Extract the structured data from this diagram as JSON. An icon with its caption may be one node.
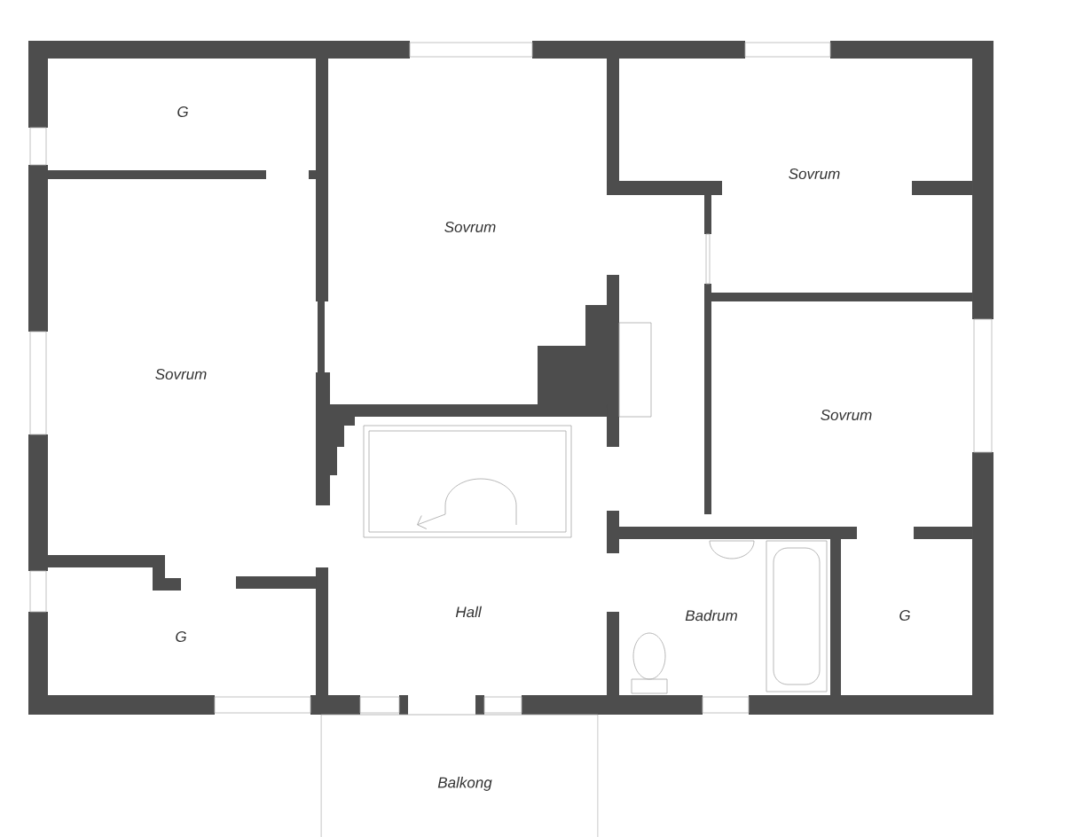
{
  "diagram": {
    "labels": [
      "G",
      "Sovrum",
      "Sovrum",
      "Sovrum",
      "Sovrum",
      "Hall",
      "Badrum",
      "G",
      "G",
      "Balkong"
    ]
  }
}
